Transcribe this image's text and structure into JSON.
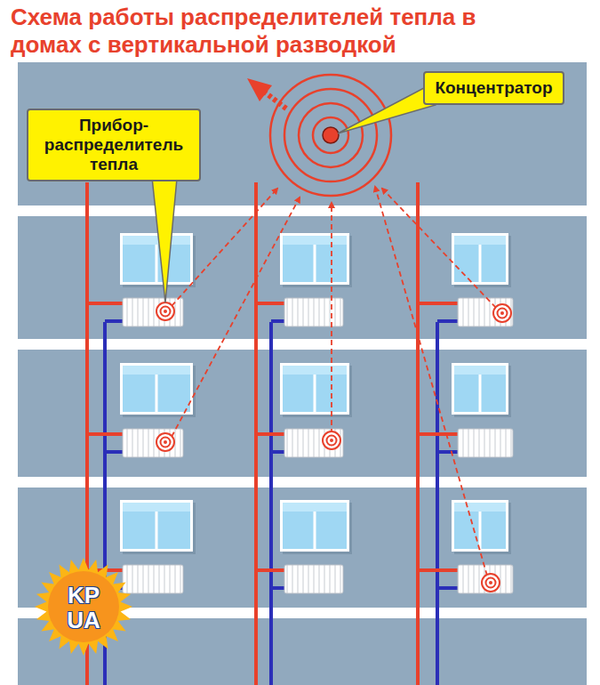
{
  "diagram": {
    "title": "Схема работы распределителей тепла в домах с вертикальной разводкой",
    "nodes": [
      {
        "text": [
          "Концентратор"
        ]
      },
      {
        "text": [
          "Прибор-распределитель тепла"
        ]
      }
    ],
    "labels": [
      "KP",
      "UA"
    ]
  }
}
